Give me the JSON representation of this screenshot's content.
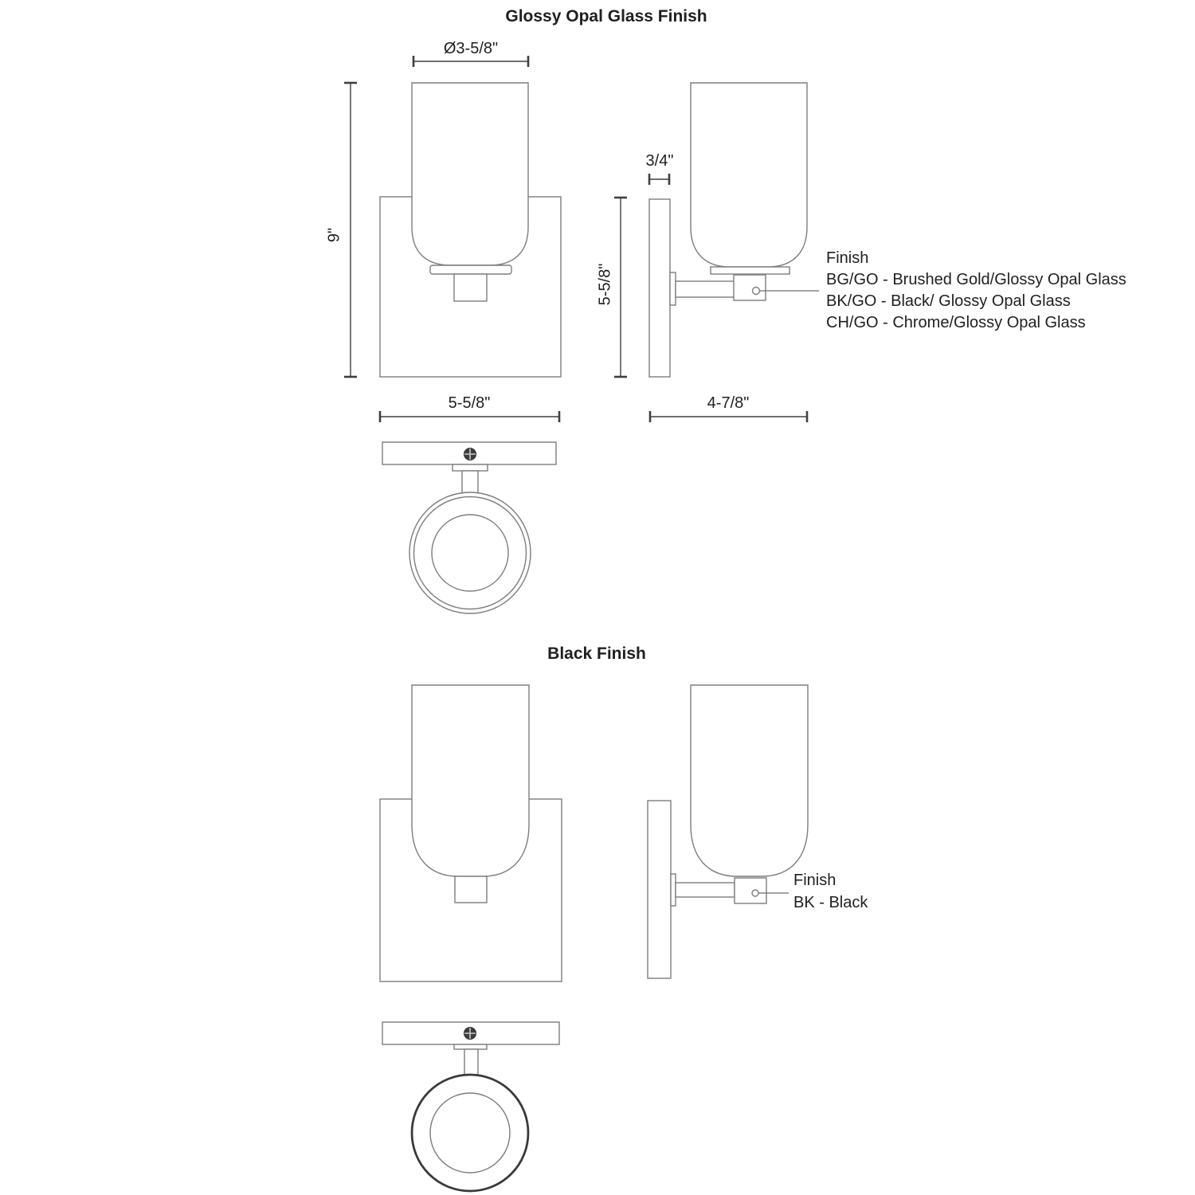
{
  "page": {
    "background_color": "#ffffff",
    "line_color": "#7d7d7d",
    "dimension_line_color": "#3f3f3f",
    "text_color": "#1f1f1f"
  },
  "sections": [
    {
      "title": "Glossy Opal Glass Finish",
      "dimensions": {
        "glass_diameter": "Ø3-5/8\"",
        "overall_height": "9\"",
        "backplate_depth": "3/4\"",
        "backplate_height": "5-5/8\"",
        "backplate_width": "5-5/8\"",
        "extension_depth": "4-7/8\""
      },
      "finish": {
        "label": "Finish",
        "options": [
          "BG/GO - Brushed Gold/Glossy Opal Glass",
          "BK/GO - Black/ Glossy Opal Glass",
          "CH/GO - Chrome/Glossy Opal Glass"
        ]
      }
    },
    {
      "title": "Black Finish",
      "finish": {
        "label": "Finish",
        "options": [
          "BK - Black"
        ]
      }
    }
  ]
}
